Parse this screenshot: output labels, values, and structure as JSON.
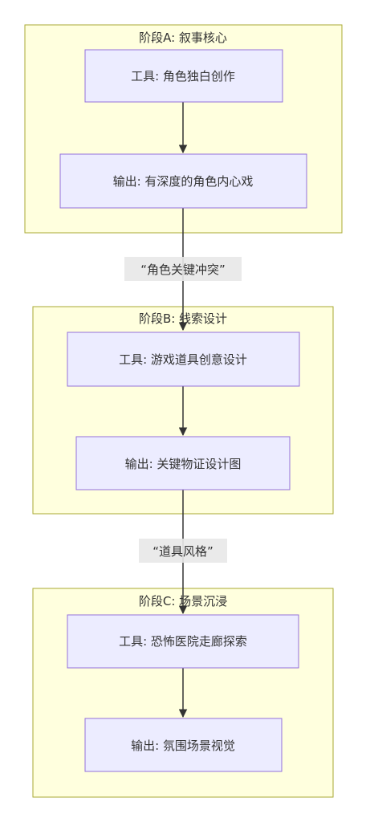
{
  "colors": {
    "stage_fill": "#ffffde",
    "stage_stroke": "#aaaa33",
    "node_fill": "#ececff",
    "node_stroke": "#9370db",
    "edge": "#333333",
    "edge_label_bg": "#e8e8e8",
    "text": "#333333"
  },
  "stages": [
    {
      "title": "阶段A: 叙事核心",
      "tool": "工具: 角色独白创作",
      "output": "输出: 有深度的角色内心戏"
    },
    {
      "title": "阶段B: 线索设计",
      "tool": "工具: 游戏道具创意设计",
      "output": "输出: 关键物证设计图"
    },
    {
      "title": "阶段C: 场景沉浸",
      "tool": "工具: 恐怖医院走廊探索",
      "output": "输出: 氛围场景视觉"
    }
  ],
  "links": [
    {
      "label": "“角色关键冲突”"
    },
    {
      "label": "“道具风格”"
    }
  ]
}
